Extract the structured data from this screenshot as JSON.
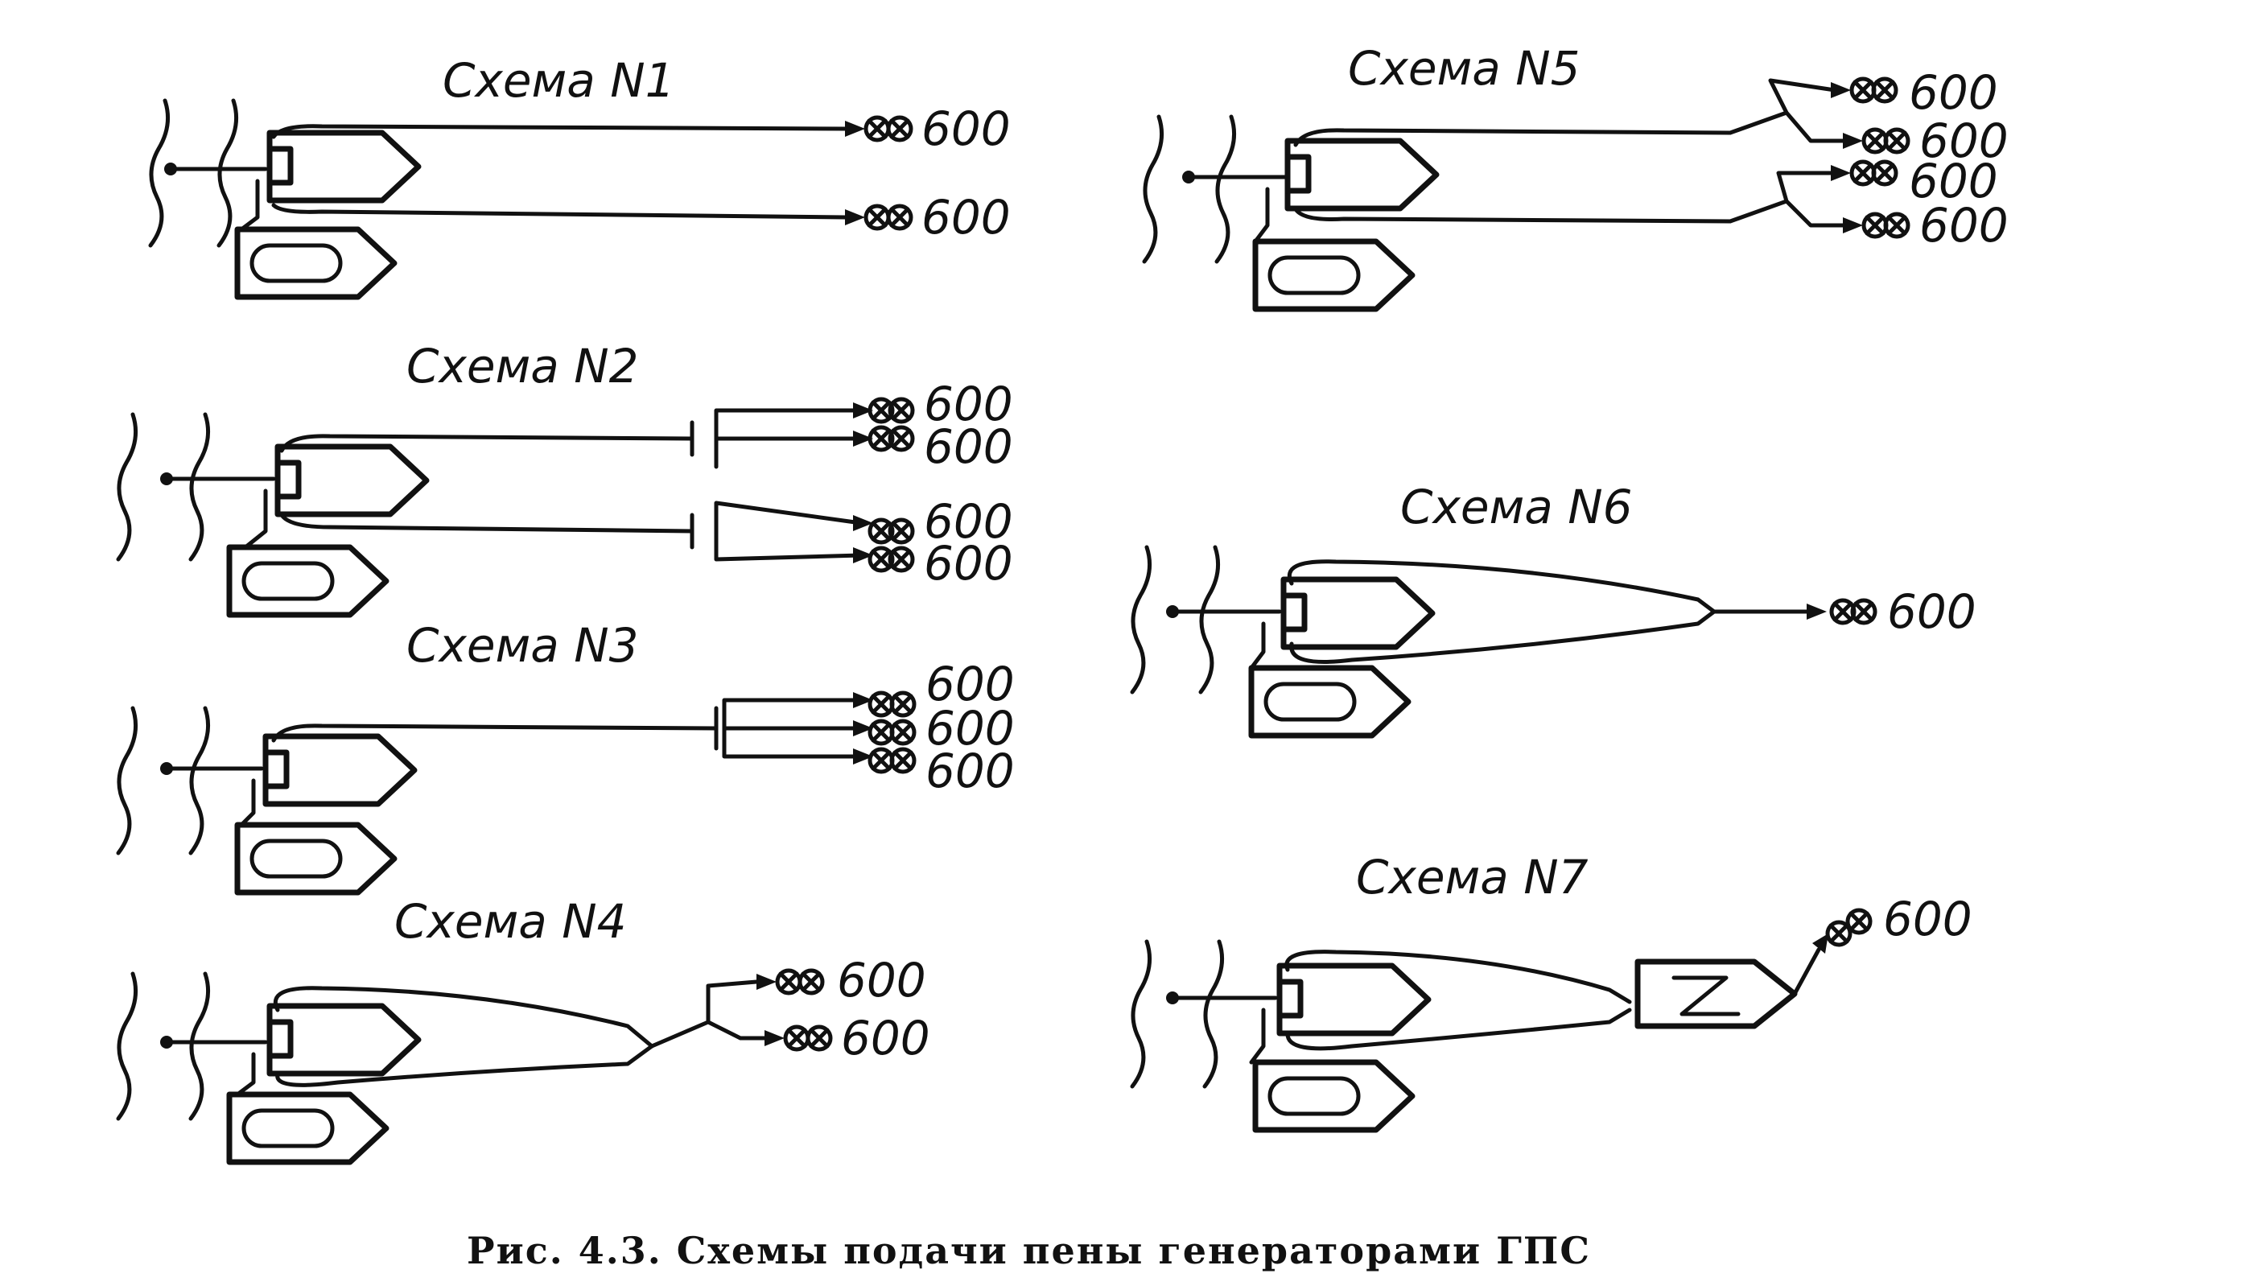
{
  "figure": {
    "caption": "Рис. 4.3. Схемы подачи пены генераторами ГПС",
    "schemes": [
      {
        "title": "Схема N1",
        "outputs": [
          "600",
          "600"
        ]
      },
      {
        "title": "Схема N2",
        "outputs": [
          "600",
          "600",
          "600",
          "600"
        ]
      },
      {
        "title": "Схема N3",
        "outputs": [
          "600",
          "600",
          "600"
        ]
      },
      {
        "title": "Схема N4",
        "outputs": [
          "600",
          "600"
        ]
      },
      {
        "title": "Схема N5",
        "outputs": [
          "600",
          "600",
          "600",
          "600"
        ]
      },
      {
        "title": "Схема N6",
        "outputs": [
          "600"
        ]
      },
      {
        "title": "Схема N7",
        "outputs": [
          "600"
        ]
      }
    ],
    "ink_color": "#111111",
    "background": "#ffffff"
  }
}
